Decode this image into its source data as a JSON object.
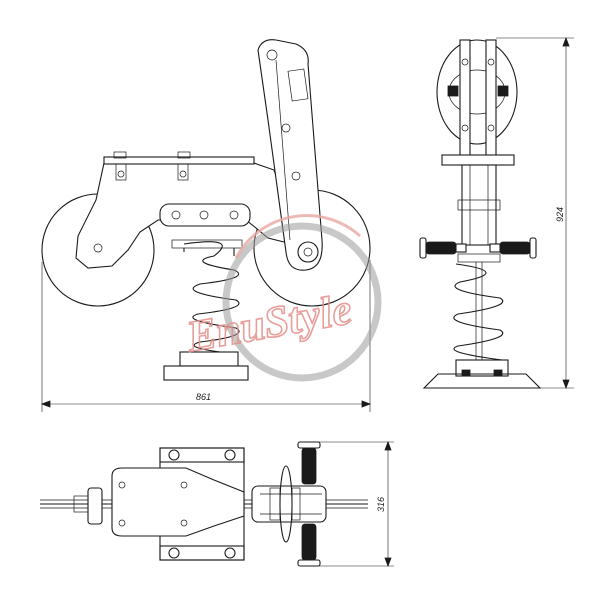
{
  "dimensions": {
    "side_width": "861",
    "front_height": "924",
    "top_depth": "316"
  },
  "watermark": {
    "brand": "EnuStyle",
    "ring_color": "#9a9a9a",
    "text_color": "#e38f89"
  },
  "views": [
    "side-view",
    "front-view",
    "top-view"
  ]
}
